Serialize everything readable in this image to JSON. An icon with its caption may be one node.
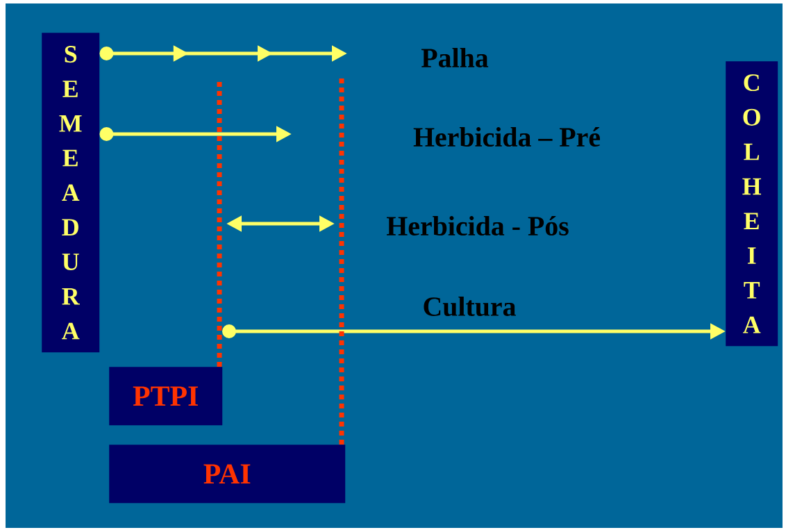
{
  "diagram": {
    "nodes": [
      {
        "text": [
          "SEMEADURA"
        ]
      },
      {
        "text": [
          "COLHEITA"
        ]
      },
      {
        "text": [
          "PTPI"
        ]
      },
      {
        "text": [
          "PAI"
        ]
      }
    ],
    "edges": [
      {
        "from": 0,
        "to": null,
        "arrow": "to",
        "label": "Palha"
      },
      {
        "from": 0,
        "to": null,
        "arrow": "to",
        "label": "Herbicida – Pré"
      },
      {
        "from": null,
        "to": 1,
        "arrow": "to",
        "label": "Cultura"
      },
      {
        "from": 2,
        "to": null,
        "arrow": "none",
        "style": "dashed",
        "color": "#ff3300"
      },
      {
        "from": 3,
        "to": null,
        "arrow": "none",
        "style": "dashed",
        "color": "#ff3300"
      }
    ],
    "labels": [
      "Herbicida - Pós"
    ]
  }
}
